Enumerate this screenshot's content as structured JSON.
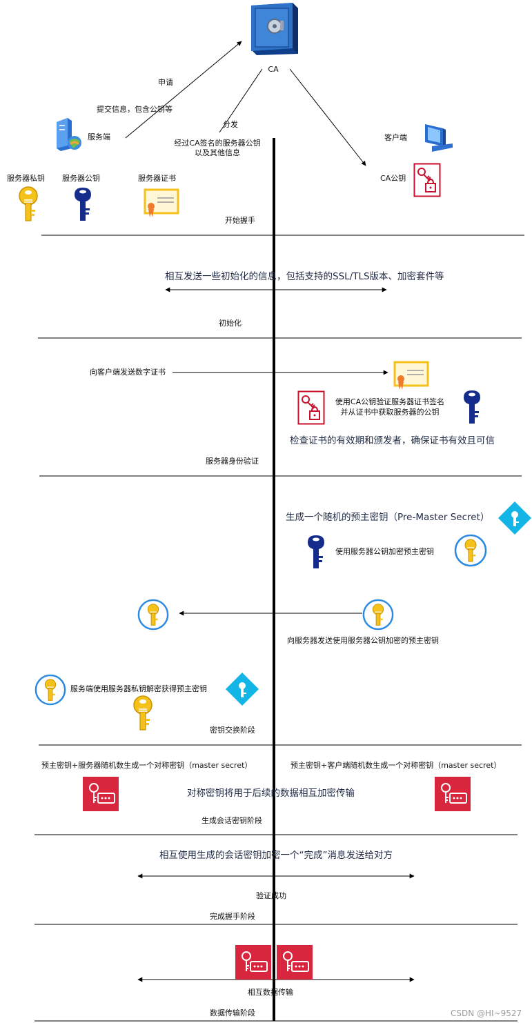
{
  "ca": {
    "label": "CA"
  },
  "labels": {
    "apply": "申请",
    "submit_info": "提交信息，包含公钥等",
    "distribute": "分发",
    "ca_signed_line1": "经过CA签名的服务器公钥",
    "ca_signed_line2": "以及其他信息",
    "server": "服务端",
    "client": "客户端",
    "server_private_key": "服务器私钥",
    "server_public_key": "服务器公钥",
    "server_certificate": "服务器证书",
    "ca_public_key": "CA公钥"
  },
  "phases": {
    "start": "开始握手",
    "init": "初始化",
    "auth": "服务器身份验证",
    "key_exchange": "密钥交换阶段",
    "session_key": "生成会话密钥阶段",
    "finish": "完成握手阶段",
    "data": "数据传输阶段"
  },
  "steps": {
    "mutual_init": "相互发送一些初始化的信息，包括支持的SSL/TLS版本、加密套件等",
    "send_cert": "向客户端发送数字证书",
    "verify_line1": "使用CA公钥验证服务器证书签名",
    "verify_line2": "并从证书中获取服务器的公钥",
    "check_cert": "检查证书的有效期和颁发者，确保证书有效且可信",
    "gen_premaster": "生成一个随机的预主密钥（Pre-Master Secret）",
    "encrypt_premaster": "使用服务器公钥加密预主密钥",
    "send_premaster": "向服务器发送使用服务器公钥加密的预主密钥",
    "decrypt_premaster": "服务端使用服务器私钥解密获得预主密钥",
    "server_master": "预主密钥+服务器随机数生成一个对称密钥（master secret）",
    "client_master": "预主密钥+客户端随机数生成一个对称密钥（master secret）",
    "symmetric_note": "对称密钥将用于后续的数据相互加密传输",
    "finished_msg": "相互使用生成的会话密钥加密一个“完成”消息发送给对方",
    "verify_ok": "验证成功",
    "mutual_data": "相互数据传输"
  },
  "watermark": "CSDN @HI~9527",
  "colors": {
    "line": "#000000",
    "ca_blue": "#1e63b8",
    "gold": "#f4c21a",
    "navy": "#152c8c",
    "red": "#c8102e",
    "cyan": "#12b5e6",
    "text_big": "#1f2a44"
  },
  "icons": {
    "ca_safe": "safe-icon",
    "server": "server-icon",
    "client": "computer-icon",
    "private_key": "gold-key-icon",
    "public_key": "navy-key-icon",
    "certificate": "certificate-icon",
    "ca_public_key": "key-lock-icon",
    "premaster": "diamond-key-icon",
    "circle_key": "circle-key-icon",
    "master_secret": "key-card-icon"
  }
}
